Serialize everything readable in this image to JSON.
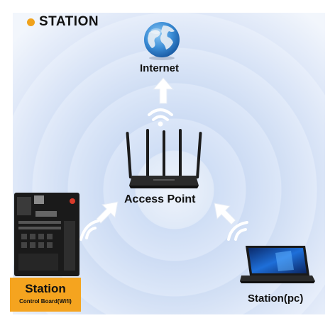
{
  "header": {
    "title": "STATION",
    "bullet_color": "#f0a21c"
  },
  "nodes": {
    "internet": {
      "label": "Internet",
      "icon": "globe-icon"
    },
    "access_point": {
      "label": "Access Point",
      "icon": "router-icon"
    },
    "board": {
      "title": "Station",
      "subtitle": "Control Board(Wifi)",
      "icon": "control-board-icon",
      "box_color": "#f5a41f"
    },
    "pc": {
      "label": "Station(pc)",
      "icon": "laptop-icon"
    }
  },
  "connections": [
    {
      "from": "access_point",
      "to": "internet"
    },
    {
      "from": "board",
      "to": "access_point"
    },
    {
      "from": "pc",
      "to": "access_point"
    }
  ],
  "colors": {
    "arrow": "#ffffff",
    "background": "#dbe6f8"
  }
}
